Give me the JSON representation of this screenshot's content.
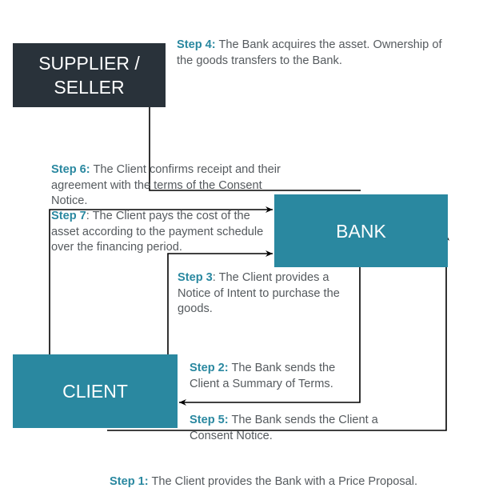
{
  "nodes": {
    "supplier": "SUPPLIER / SELLER",
    "bank": "BANK",
    "client": "CLIENT"
  },
  "steps": [
    {
      "label": "Step 1:",
      "text": " The Client provides the Bank with a Price Proposal."
    },
    {
      "label": "Step 2:",
      "text": " The Bank sends the Client a Summary of Terms."
    },
    {
      "label": "Step 3",
      "text": ": The Client provides a Notice of Intent to purchase the goods."
    },
    {
      "label": "Step 4:",
      "text": " The Bank acquires the asset. Ownership of the goods transfers to the Bank."
    },
    {
      "label": "Step 5:",
      "text": " The Bank sends the Client a Consent Notice."
    },
    {
      "label": "Step 6:",
      "text": " The Client confirms receipt and their agreement with the terms of the Consent Notice."
    },
    {
      "label": "Step 7",
      "text": ": The Client pays the cost of the asset according to the payment schedule over the financing period."
    }
  ],
  "colors": {
    "accent": "#2a88a0",
    "supplier_box": "#29323a",
    "text": "#555a5e"
  }
}
